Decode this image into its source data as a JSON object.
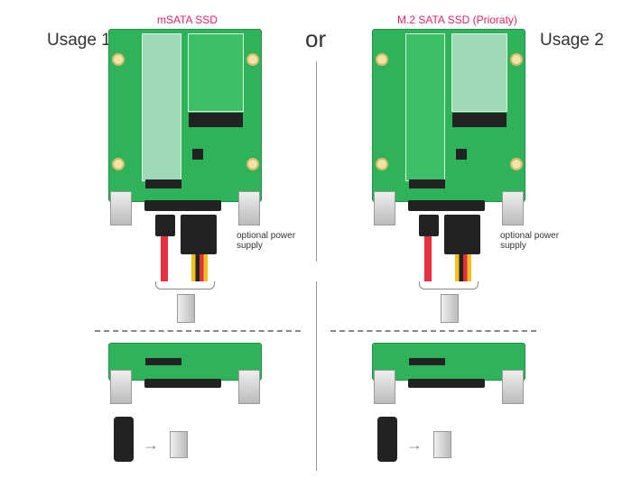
{
  "labels": {
    "usage1": "Usage 1",
    "usage2": "Usage 2",
    "or": "or",
    "ssd_left": "mSATA SSD",
    "ssd_right": "M.2 SATA SSD (Prioraty)",
    "power_left": "optional power supply",
    "power_right": "optional power supply"
  },
  "colors": {
    "accent": "#e0245e",
    "pcb": "#2fb35a"
  }
}
